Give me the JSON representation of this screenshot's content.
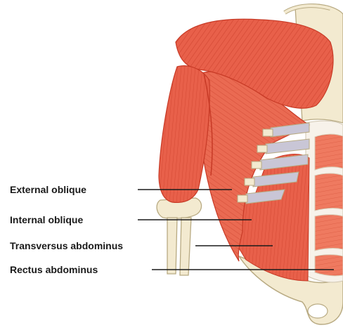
{
  "labels": {
    "external_oblique": "External oblique",
    "internal_oblique": "Internal oblique",
    "transversus_abdominus": "Transversus abdominus",
    "rectus_abdominus": "Rectus abdominus"
  },
  "colors": {
    "muscle": "#e8604a",
    "muscle_dark": "#c73a26",
    "muscle_light": "#f59a82",
    "bone": "#f3ead0",
    "bone_outline": "#b8aa82",
    "cartilage": "#c9c6d6",
    "leader_line": "#1a1a1a"
  }
}
